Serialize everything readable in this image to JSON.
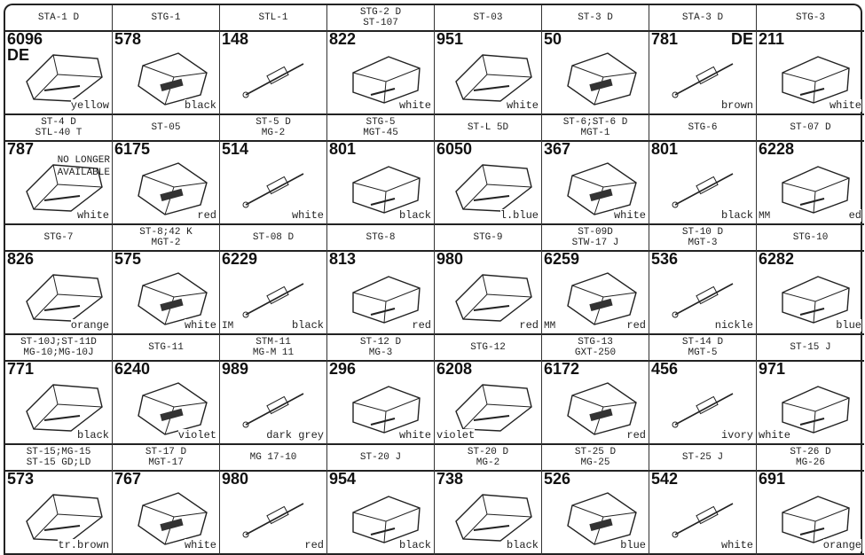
{
  "cells": [
    {
      "model": [
        "STA-1 D"
      ],
      "number": "6096",
      "suffix": "DE",
      "color": "yellow"
    },
    {
      "model": [
        "STG-1"
      ],
      "number": "578",
      "color": "black"
    },
    {
      "model": [
        "STL-1"
      ],
      "number": "148"
    },
    {
      "model": [
        "STG-2 D",
        "ST-107"
      ],
      "number": "822",
      "color": "white"
    },
    {
      "model": [
        "ST-03"
      ],
      "number": "951",
      "color": "white"
    },
    {
      "model": [
        "ST-3 D"
      ],
      "number": "50"
    },
    {
      "model": [
        "STA-3 D"
      ],
      "number": "781",
      "suffix_right": "DE",
      "color": "brown"
    },
    {
      "model": [
        "STG-3"
      ],
      "number": "211",
      "color": "white"
    },
    {
      "model": [
        "ST-4 D",
        "STL-40 T"
      ],
      "number": "787",
      "note": [
        "NO LONGER",
        "AVAILABLE"
      ],
      "color": "white"
    },
    {
      "model": [
        "ST-05"
      ],
      "number": "6175",
      "color": "red"
    },
    {
      "model": [
        "ST-5 D",
        "MG-2"
      ],
      "number": "514",
      "color": "white"
    },
    {
      "model": [
        "STG-5",
        "MGT-45"
      ],
      "number": "801",
      "color": "black"
    },
    {
      "model": [
        "ST-L 5D"
      ],
      "number": "6050",
      "color": "l.blue"
    },
    {
      "model": [
        "ST-6;ST-6 D",
        "MGT-1"
      ],
      "number": "367",
      "color": "white"
    },
    {
      "model": [
        "STG-6"
      ],
      "number": "801",
      "color": "black"
    },
    {
      "model": [
        "ST-07 D"
      ],
      "number": "6228",
      "prefix": "MM",
      "color": "ed"
    },
    {
      "model": [
        "STG-7"
      ],
      "number": "826",
      "color": "orange"
    },
    {
      "model": [
        "ST-8;42 K",
        "MGT-2"
      ],
      "number": "575",
      "color": "white"
    },
    {
      "model": [
        "ST-08 D"
      ],
      "number": "6229",
      "prefix": "IM",
      "color": "black"
    },
    {
      "model": [
        "STG-8"
      ],
      "number": "813",
      "color": "red"
    },
    {
      "model": [
        "STG-9"
      ],
      "number": "980",
      "color": "red"
    },
    {
      "model": [
        "ST-09D",
        "STW-17 J"
      ],
      "number": "6259",
      "prefix": "MM",
      "color": "red"
    },
    {
      "model": [
        "ST-10 D",
        "MGT-3"
      ],
      "number": "536",
      "color": "nickle"
    },
    {
      "model": [
        "STG-10"
      ],
      "number": "6282",
      "color": "blue"
    },
    {
      "model": [
        "ST-10J;ST-11D",
        "MG-10;MG-10J"
      ],
      "number": "771",
      "color": "black"
    },
    {
      "model": [
        "STG-11"
      ],
      "number": "6240",
      "color": "violet"
    },
    {
      "model": [
        "STM-11",
        "MG-M 11"
      ],
      "number": "989",
      "color": "dark grey"
    },
    {
      "model": [
        "ST-12 D",
        "MG-3"
      ],
      "number": "296",
      "color": "white"
    },
    {
      "model": [
        "STG-12"
      ],
      "number": "6208",
      "color_left": "violet"
    },
    {
      "model": [
        "STG-13",
        "GXT-250"
      ],
      "number": "6172",
      "color": "red"
    },
    {
      "model": [
        "ST-14 D",
        "MGT-5"
      ],
      "number": "456",
      "color": "ivory"
    },
    {
      "model": [
        "ST-15 J"
      ],
      "number": "971",
      "color_left": "white"
    },
    {
      "model": [
        "ST-15;MG-15",
        "ST-15 GD;LD"
      ],
      "number": "573",
      "color": "tr.brown"
    },
    {
      "model": [
        "ST-17 D",
        "MGT-17"
      ],
      "number": "767",
      "color": "white"
    },
    {
      "model": [
        "MG 17-10"
      ],
      "number": "980",
      "color": "red"
    },
    {
      "model": [
        "ST-20 J"
      ],
      "number": "954",
      "color": "black"
    },
    {
      "model": [
        "ST-20 D",
        "MG-2"
      ],
      "number": "738",
      "color": "black"
    },
    {
      "model": [
        "ST-25 D",
        "MG-25"
      ],
      "number": "526",
      "color": "blue"
    },
    {
      "model": [
        "ST-25 J"
      ],
      "number": "542",
      "color": "white"
    },
    {
      "model": [
        "ST-26 D",
        "MG-26"
      ],
      "number": "691",
      "color": "orange"
    }
  ]
}
